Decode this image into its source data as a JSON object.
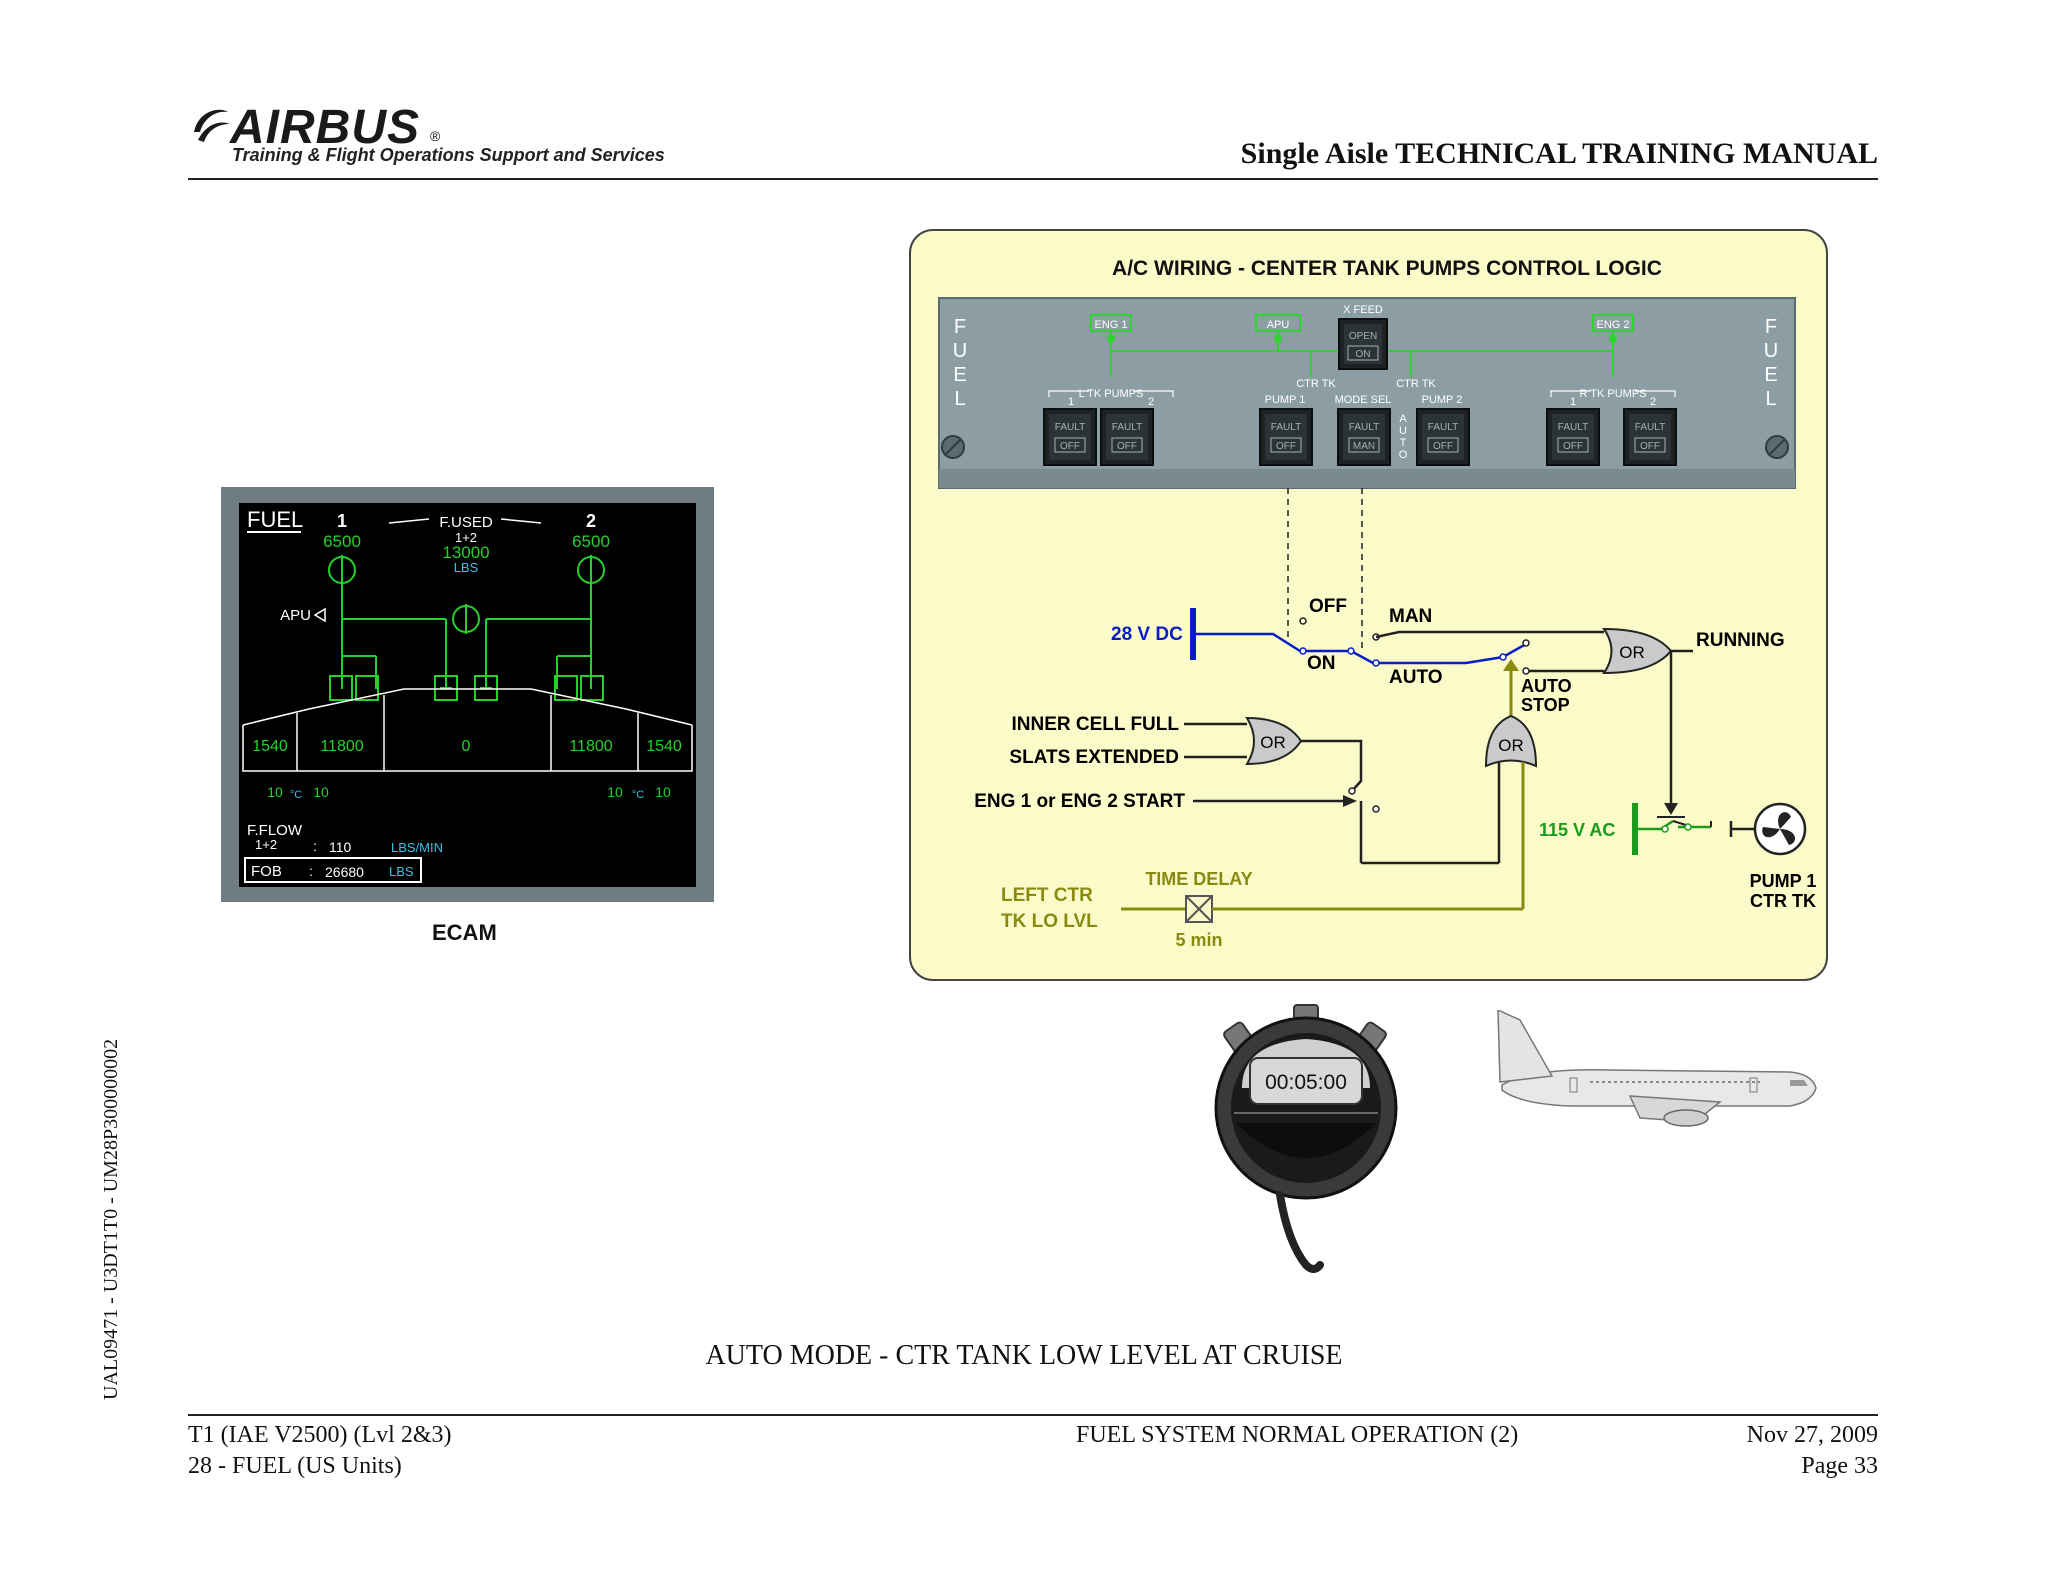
{
  "header": {
    "logo_word": "AIRBUS",
    "logo_reg": "®",
    "logo_sub": "Training & Flight Operations Support and Services",
    "manual_title": "Single Aisle TECHNICAL TRAINING MANUAL"
  },
  "side_reference": "UAL09471 - U3DT1T0 - UM28P300000002",
  "ecam": {
    "page_title": "FUEL",
    "eng1_label": "1",
    "eng1_value": "6500",
    "eng2_label": "2",
    "eng2_value": "6500",
    "fused_label": "F.USED",
    "fused_sub": "1+2",
    "fused_value": "13000",
    "fused_unit": "LBS",
    "apu_label": "APU",
    "tanks": [
      "1540",
      "11800",
      "0",
      "11800",
      "1540"
    ],
    "temps_left": [
      "10",
      "°C",
      "10"
    ],
    "temps_right": [
      "10",
      "°C",
      "10"
    ],
    "fflow_label": "F.FLOW",
    "fflow_sub": "1+2",
    "fflow_colon": ":",
    "fflow_value": "110",
    "fflow_unit": "LBS/MIN",
    "fob_label": "FOB",
    "fob_colon": ":",
    "fob_value": "26680",
    "fob_unit": "LBS",
    "caption": "ECAM"
  },
  "wiring": {
    "title": "A/C WIRING - CENTER TANK PUMPS CONTROL LOGIC",
    "panel": {
      "side_letters": [
        "F",
        "U",
        "E",
        "L"
      ],
      "eng1": "ENG 1",
      "apu": "APU",
      "xfeed": "X FEED",
      "xfeed_top": "OPEN",
      "xfeed_bottom": "ON",
      "eng2": "ENG 2",
      "ctr_tk_left": "CTR TK",
      "ctr_tk_right": "CTR TK",
      "l_tk_pumps": "L TK PUMPS",
      "r_tk_pumps": "R TK PUMPS",
      "pump1": "PUMP 1",
      "mode_sel": "MODE SEL",
      "pump2": "PUMP 2",
      "num1": "1",
      "num2": "2",
      "auto_letters": [
        "A",
        "U",
        "T",
        "O"
      ],
      "fault": "FAULT",
      "off": "OFF",
      "man": "MAN"
    },
    "dc_bus": "28 V DC",
    "sw_off": "OFF",
    "sw_on": "ON",
    "man": "MAN",
    "auto": "AUTO",
    "or": "OR",
    "running": "RUNNING",
    "auto_stop_1": "AUTO",
    "auto_stop_2": "STOP",
    "inner_cell_full": "INNER CELL FULL",
    "slats_extended": "SLATS EXTENDED",
    "eng_start": "ENG 1 or ENG 2 START",
    "ac_bus": "115 V AC",
    "time_delay": "TIME DELAY",
    "delay_value": "5 min",
    "left_ctr_1": "LEFT CTR",
    "left_ctr_2": "TK LO LVL",
    "pump_label_1": "PUMP 1",
    "pump_label_2": "CTR TK"
  },
  "stopwatch": {
    "time": "00:05:00"
  },
  "figure_caption": "AUTO MODE - CTR TANK LOW LEVEL AT CRUISE",
  "footer": {
    "left_1": "T1 (IAE V2500) (Lvl 2&3)",
    "left_2": "28 - FUEL (US Units)",
    "center": "FUEL SYSTEM NORMAL OPERATION (2)",
    "right_1": "Nov 27, 2009",
    "right_2": "Page 33"
  },
  "colors": {
    "ecam_green": "#22d12a",
    "ecam_cyan": "#2ec4e8",
    "wire_blue": "#0a1cc8",
    "wire_olive": "#8a8a10",
    "ac_green": "#1a9a1a",
    "panel_gray": "#8c9ea3"
  }
}
